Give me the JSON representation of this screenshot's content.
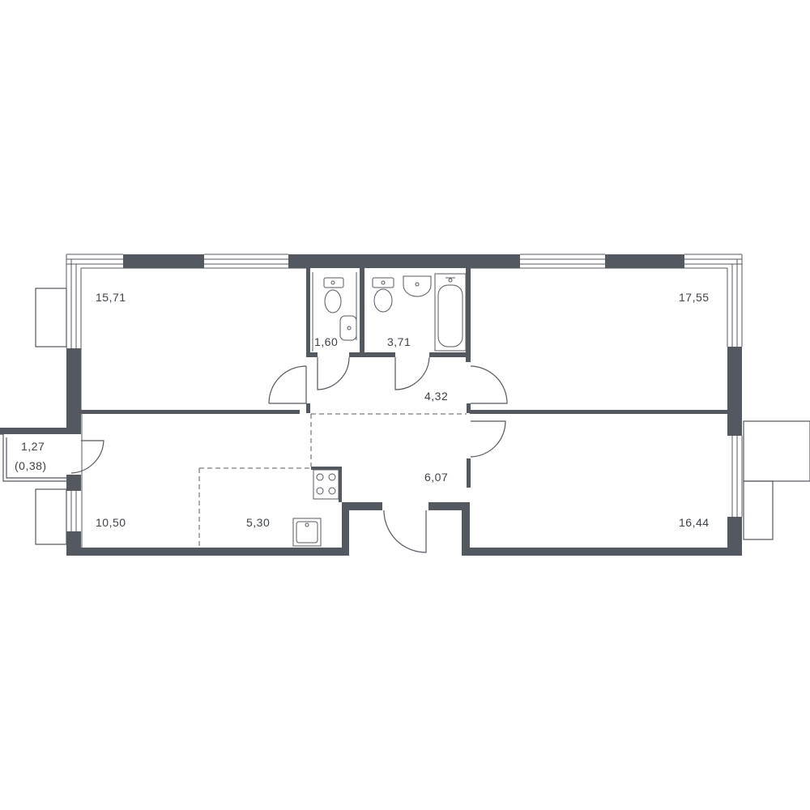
{
  "rooms": [
    {
      "id": "bedroom-1",
      "area": "15,71"
    },
    {
      "id": "wc",
      "area": "1,60"
    },
    {
      "id": "bathroom",
      "area": "3,71"
    },
    {
      "id": "bedroom-2",
      "area": "17,55"
    },
    {
      "id": "hallway",
      "area": "4,32"
    },
    {
      "id": "corridor",
      "area": "6,07"
    },
    {
      "id": "balcony",
      "area": "1,27",
      "sub": "(0,38)"
    },
    {
      "id": "living-room",
      "area": "10,50"
    },
    {
      "id": "kitchen",
      "area": "5,30"
    },
    {
      "id": "bedroom-3",
      "area": "16,44"
    }
  ],
  "colors": {
    "wall": "#545860",
    "label": "#3d4148",
    "background": "#ffffff"
  }
}
